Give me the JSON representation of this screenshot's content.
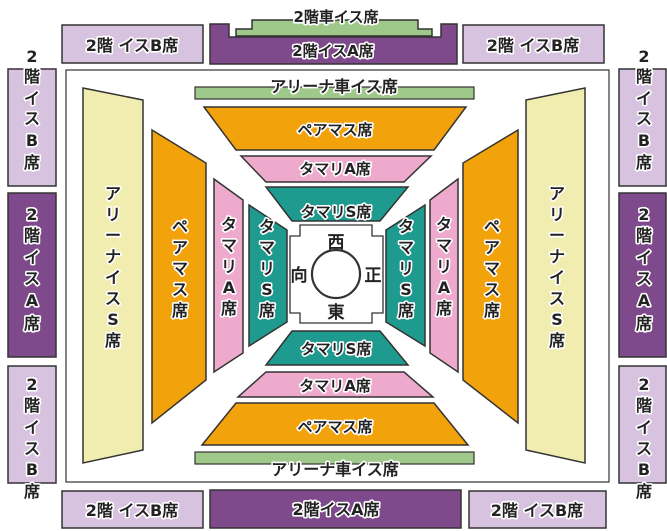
{
  "colors": {
    "upper_b": "#d7c2df",
    "upper_a": "#7f4a8c",
    "wheelchair": "#9fc98a",
    "arena_s": "#f1edb0",
    "pair_masu": "#f2a20a",
    "tamari_a": "#eeaacd",
    "tamari_s": "#1f9a8f",
    "outline": "#333333"
  },
  "labels": {
    "upper_wheelchair": "2階車イス席",
    "upper_b": "2階 イスB席",
    "upper_a": "2階イスA席",
    "arena_wheelchair": "アリーナ車イス席",
    "arena_s": "アリーナイスS席",
    "pair_masu": "ペアマス席",
    "tamari_a": "タマリA席",
    "tamari_s": "タマリS席",
    "west": "西",
    "east": "東",
    "north": "正",
    "south": "向"
  }
}
